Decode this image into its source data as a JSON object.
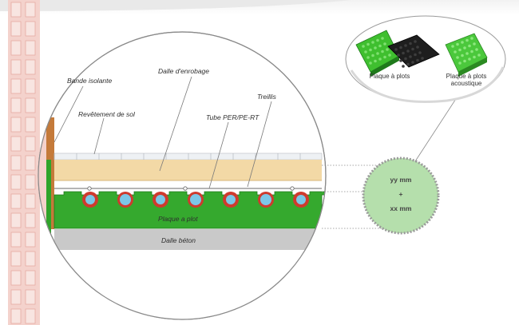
{
  "labels": {
    "bande_isolante": "Bande isolante",
    "dalle_enrobage": "Dalle d'enrobage",
    "revetement_sol": "Revêtement de sol",
    "treillis": "Treillis",
    "tube": "Tube PER/PE-RT",
    "plaque_a_plot": "Plaque a plot",
    "dalle_beton": "Dalle béton"
  },
  "products": {
    "plaque_plots": "Plaque à plots",
    "plaque_acoustique_line1": "Plaque à plots",
    "plaque_acoustique_line2": "acoustique"
  },
  "thickness": {
    "top": "yy mm",
    "plus": "+",
    "bottom": "xx mm"
  },
  "colors": {
    "green": "#2fa42a",
    "green_light": "#55c84a",
    "pipe_red": "#cf3a2e",
    "pipe_blue": "#7cc7e8",
    "screed": "#f3d9a6",
    "concrete": "#c8c8c8",
    "wall_brick": "#f2c9c4",
    "badge_fill": "#b6e0ad",
    "badge_border": "#9a9a9a"
  }
}
